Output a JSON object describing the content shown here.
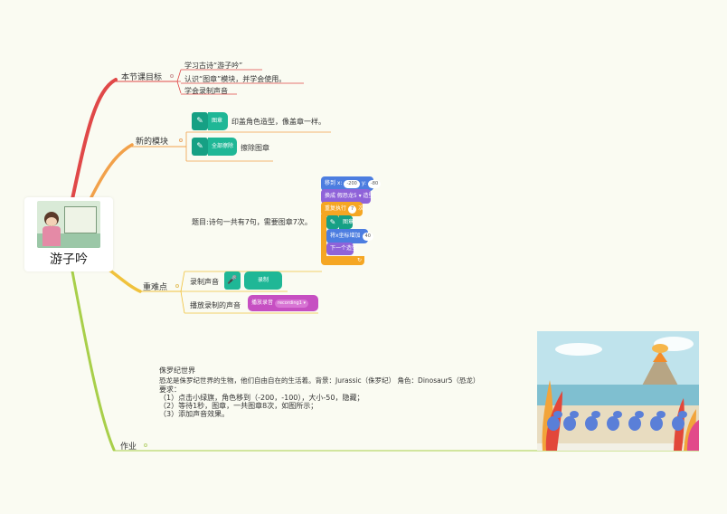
{
  "root": {
    "title": "游子吟"
  },
  "branches": {
    "goals": {
      "label": "本节课目标",
      "items": [
        "学习古诗“游子吟”",
        "认识“图章”模块，并学会使用。",
        "学会录制声音"
      ]
    },
    "modules": {
      "label": "新的模块",
      "items": [
        {
          "block": "图章",
          "desc": "印盖角色造型，像盖章一样。"
        },
        {
          "block": "全部擦除",
          "desc": "擦除图章"
        }
      ]
    },
    "difficulty": {
      "label": "重难点",
      "note": "题目:诗句一共有7句，需要图章7次。",
      "record_label": "录制声音",
      "record_block": "录制",
      "play_label": "播放录制的声音",
      "play_block": "播放录音",
      "play_option": "recording1"
    },
    "homework": {
      "label": "作业",
      "lines": [
        "侏罗纪世界",
        "恐龙是侏罗纪世界的生物，他们自由自在的生活着。背景：Jurassic（侏罗纪）     角色：Dinosaur5（恐龙）",
        "  要求：",
        "（1）点击小绿旗，角色移到（-200，-100），大小-50，隐藏；",
        "（2）等待1秒，图章，一共图章8次，如图所示；",
        "（3）添加声音效果。"
      ]
    }
  },
  "script_blocks": {
    "goto": [
      "移到 x:",
      "-200",
      "y:",
      "-80"
    ],
    "costume": "换成 假恐龙5 ▾ 造型",
    "repeat": [
      "重复执行",
      "7",
      "次"
    ],
    "stamp": "图章",
    "change_x": [
      "将x坐标增加",
      "40"
    ],
    "next_costume": "下一个造型"
  },
  "colors": {
    "goals_branch": "#e04848",
    "modules_branch": "#f2a14a",
    "difficulty_branch": "#f0c23c",
    "homework_branch": "#a8cf4a"
  }
}
